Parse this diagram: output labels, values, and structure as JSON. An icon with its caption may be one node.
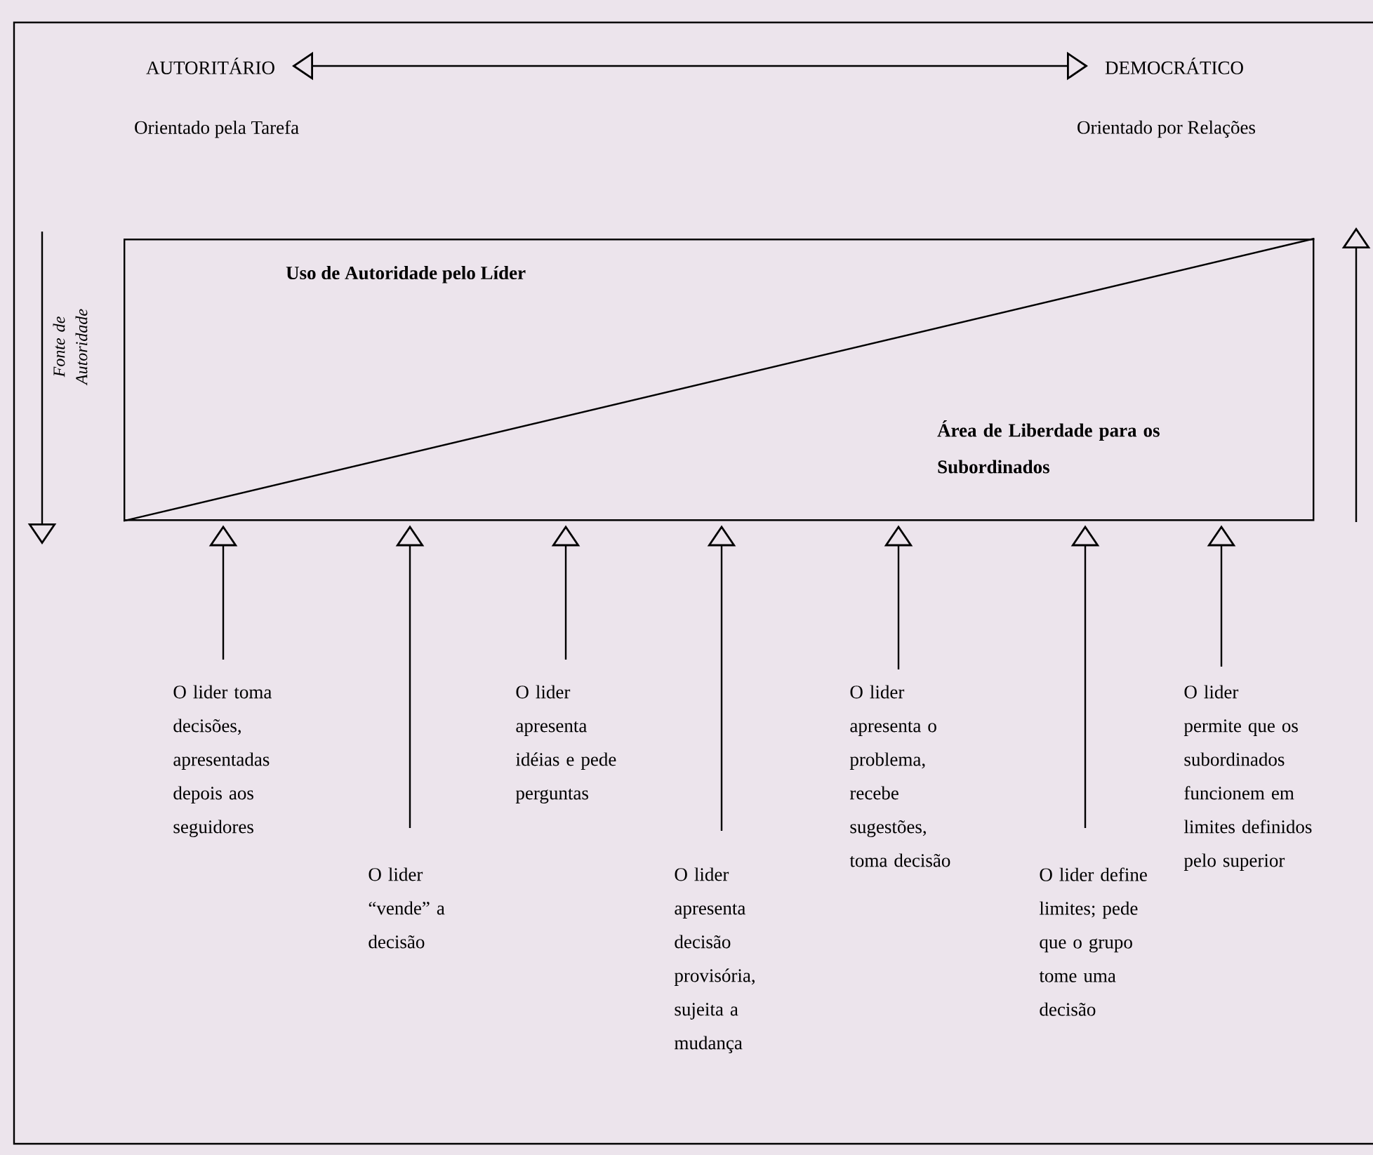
{
  "diagram": {
    "nodes": [
      {
        "text": [
          "AUTORITÁRIO"
        ]
      },
      {
        "text": [
          "DEMOCRÁTICO"
        ]
      },
      {
        "text": [
          "Uso de Autoridade pelo Líder",
          "Área de Liberdade para os Subordinados"
        ]
      },
      {
        "text": [
          "O lider toma decisões, apresentadas depois aos seguidores"
        ]
      },
      {
        "text": [
          "O lider “vende” a decisão"
        ]
      },
      {
        "text": [
          "O lider apresenta idéias e pede perguntas"
        ]
      },
      {
        "text": [
          "O lider apresenta decisão provisória, sujeita a mudança"
        ]
      },
      {
        "text": [
          "O lider apresenta o problema, recebe sugestões, toma decisão"
        ]
      },
      {
        "text": [
          "O lider define limites; pede que o grupo tome uma decisão"
        ]
      },
      {
        "text": [
          "O lider permite que os subordinados funcionem em limites definidos pelo superior"
        ]
      }
    ],
    "edges": [
      {
        "from": 0,
        "to": 1,
        "arrow": "both"
      },
      {
        "from": 3,
        "to": 2,
        "arrow": "to"
      },
      {
        "from": 4,
        "to": 2,
        "arrow": "to"
      },
      {
        "from": 5,
        "to": 2,
        "arrow": "to"
      },
      {
        "from": 6,
        "to": 2,
        "arrow": "to"
      },
      {
        "from": 7,
        "to": 2,
        "arrow": "to"
      },
      {
        "from": 8,
        "to": 2,
        "arrow": "to"
      },
      {
        "from": 9,
        "to": 2,
        "arrow": "to"
      }
    ],
    "labels": [
      "Orientado pela Tarefa",
      "Orientado por Relações",
      "Fonte de Autoridade"
    ]
  }
}
